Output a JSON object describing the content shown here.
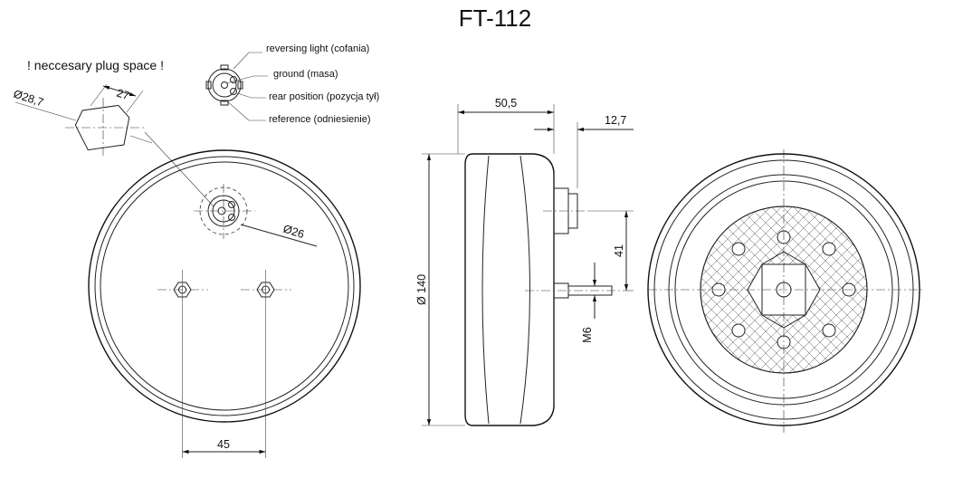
{
  "title": "FT-112",
  "plug_note": "! neccesary plug space !",
  "connector_legend": [
    "reversing light (cofania)",
    "ground (masa)",
    "rear position (pozycja tył)",
    "reference (odniesienie)"
  ],
  "dimensions": {
    "plug_across_corners": "Ø28,7",
    "plug_across_flats": "27",
    "connector_diameter": "Ø26",
    "bolt_spacing": "45",
    "body_depth": "50,5",
    "connector_depth": "12,7",
    "lamp_diameter": "Ø 140",
    "bolt_offset": "41",
    "bolt_thread": "M6"
  }
}
